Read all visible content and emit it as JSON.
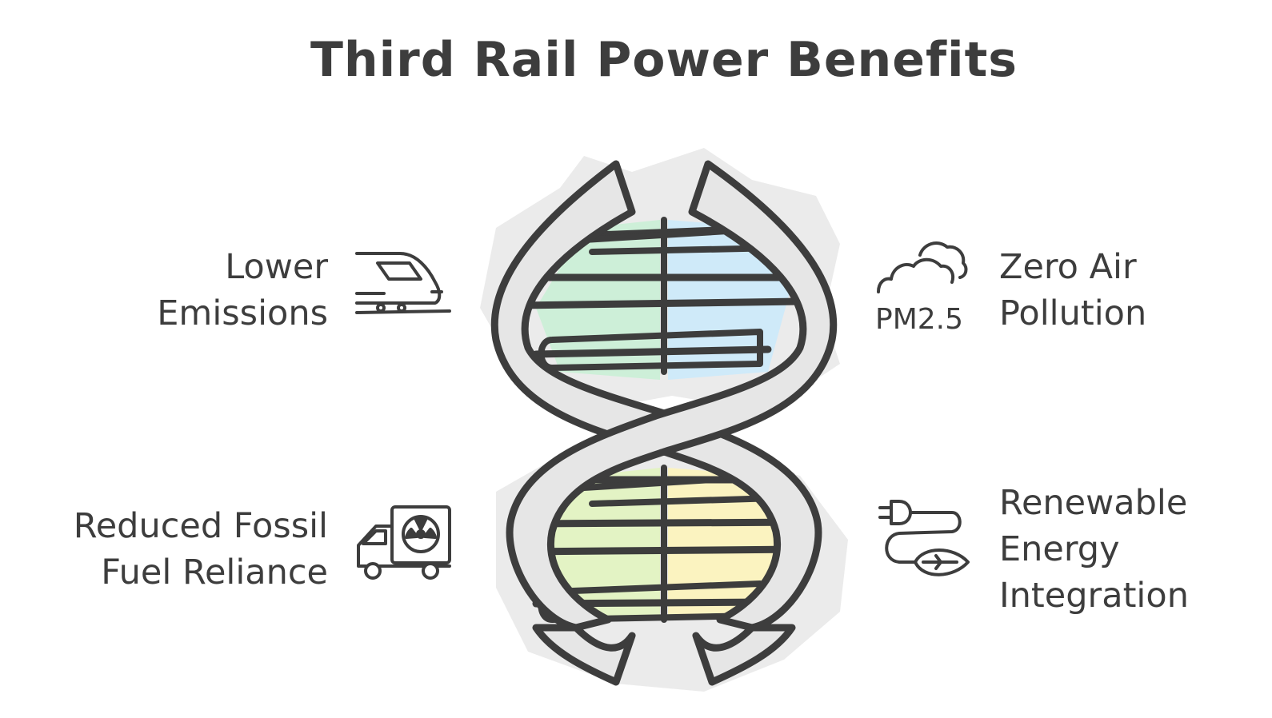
{
  "title": "Third Rail Power Benefits",
  "benefits": {
    "top_left": {
      "lines": [
        "Lower",
        "Emissions"
      ],
      "icon": "train-icon"
    },
    "bottom_left": {
      "lines": [
        "Reduced Fossil",
        "Fuel Reliance"
      ],
      "icon": "radioactive-truck-icon"
    },
    "top_right": {
      "lines": [
        "Zero Air",
        "Pollution"
      ],
      "icon": "cloud-pm25-icon",
      "icon_text": "PM2.5"
    },
    "bottom_right": {
      "lines": [
        "Renewable",
        "Energy",
        "Integration"
      ],
      "icon": "plug-leaf-icon"
    }
  },
  "colors": {
    "ink": "#3d3d3d",
    "strand_fill": "#e6e6e6",
    "shadow": "#ebebeb",
    "green": "#cdefd8",
    "blue": "#cfeaf9",
    "lime": "#e3f3c4",
    "yellow": "#fbf3c0"
  }
}
